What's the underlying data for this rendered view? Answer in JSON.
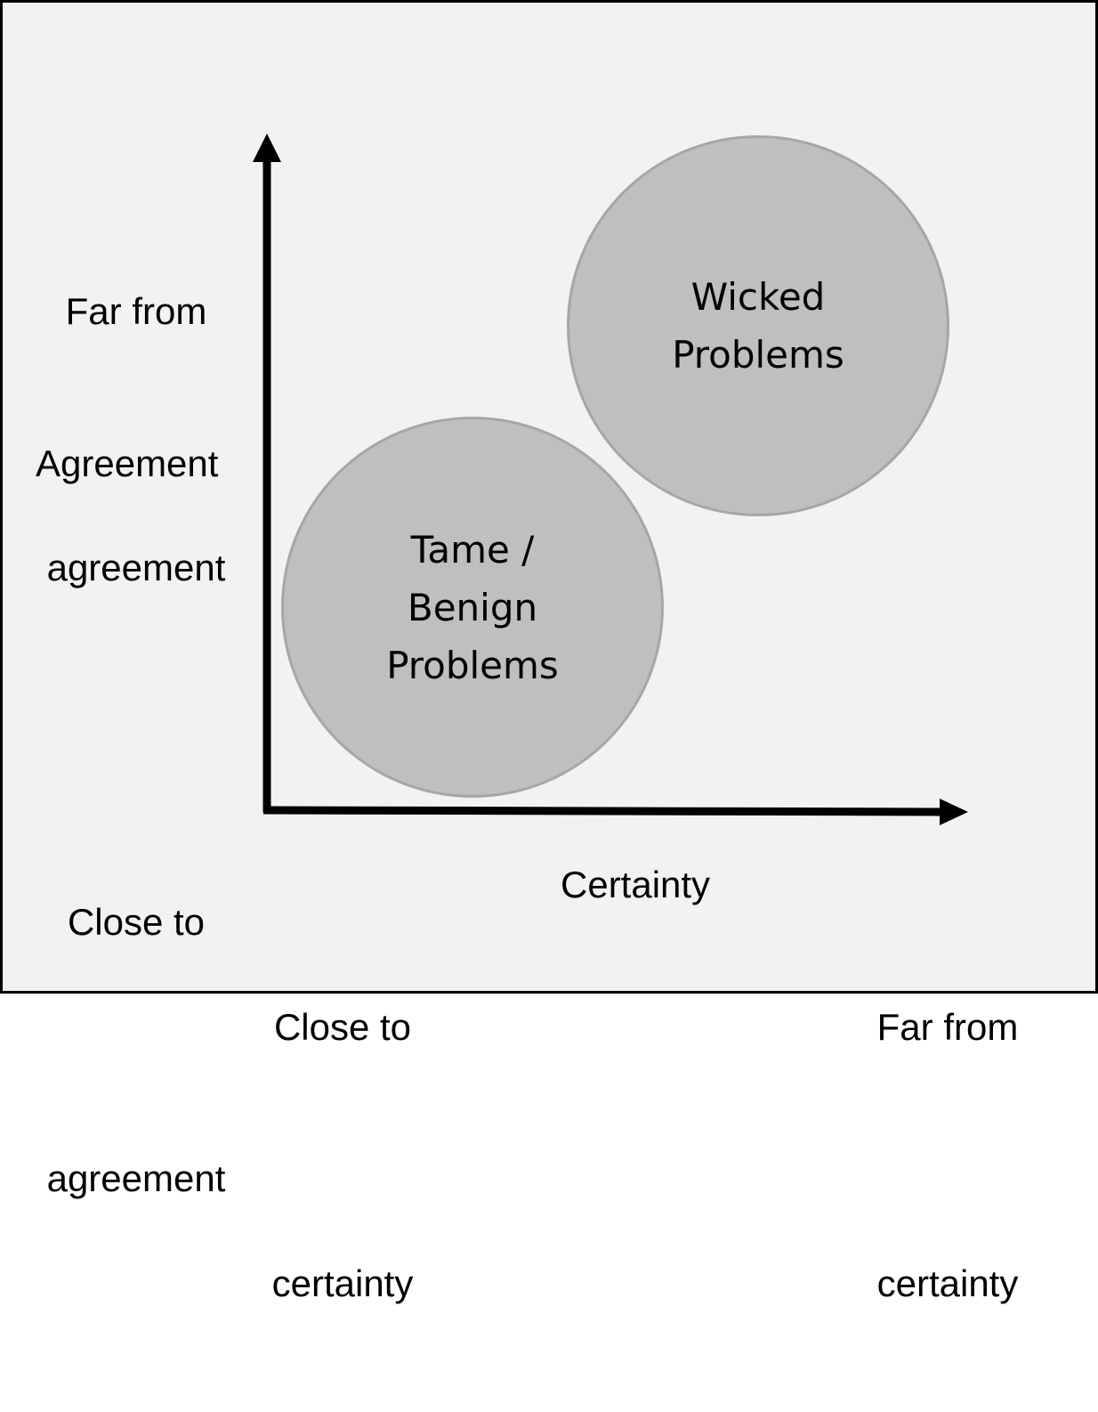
{
  "colors": {
    "background": "#f2f2f2",
    "border": "#000000",
    "axis": "#000000",
    "circle_fill": "#bfbfbf",
    "circle_stroke": "#a6a6a6",
    "text": "#000000"
  },
  "y_axis": {
    "top_label": [
      "Far from",
      "agreement"
    ],
    "middle_label": "Agreement",
    "bottom_label": [
      "Close to",
      "agreement"
    ]
  },
  "x_axis": {
    "left_label": [
      "Close to",
      "certainty"
    ],
    "middle_label": "Certainty",
    "right_label": [
      "Far from",
      "certainty"
    ]
  },
  "regions": {
    "wicked": [
      "Wicked",
      "Problems"
    ],
    "tame": [
      "Tame /",
      "Benign",
      "Problems"
    ]
  }
}
